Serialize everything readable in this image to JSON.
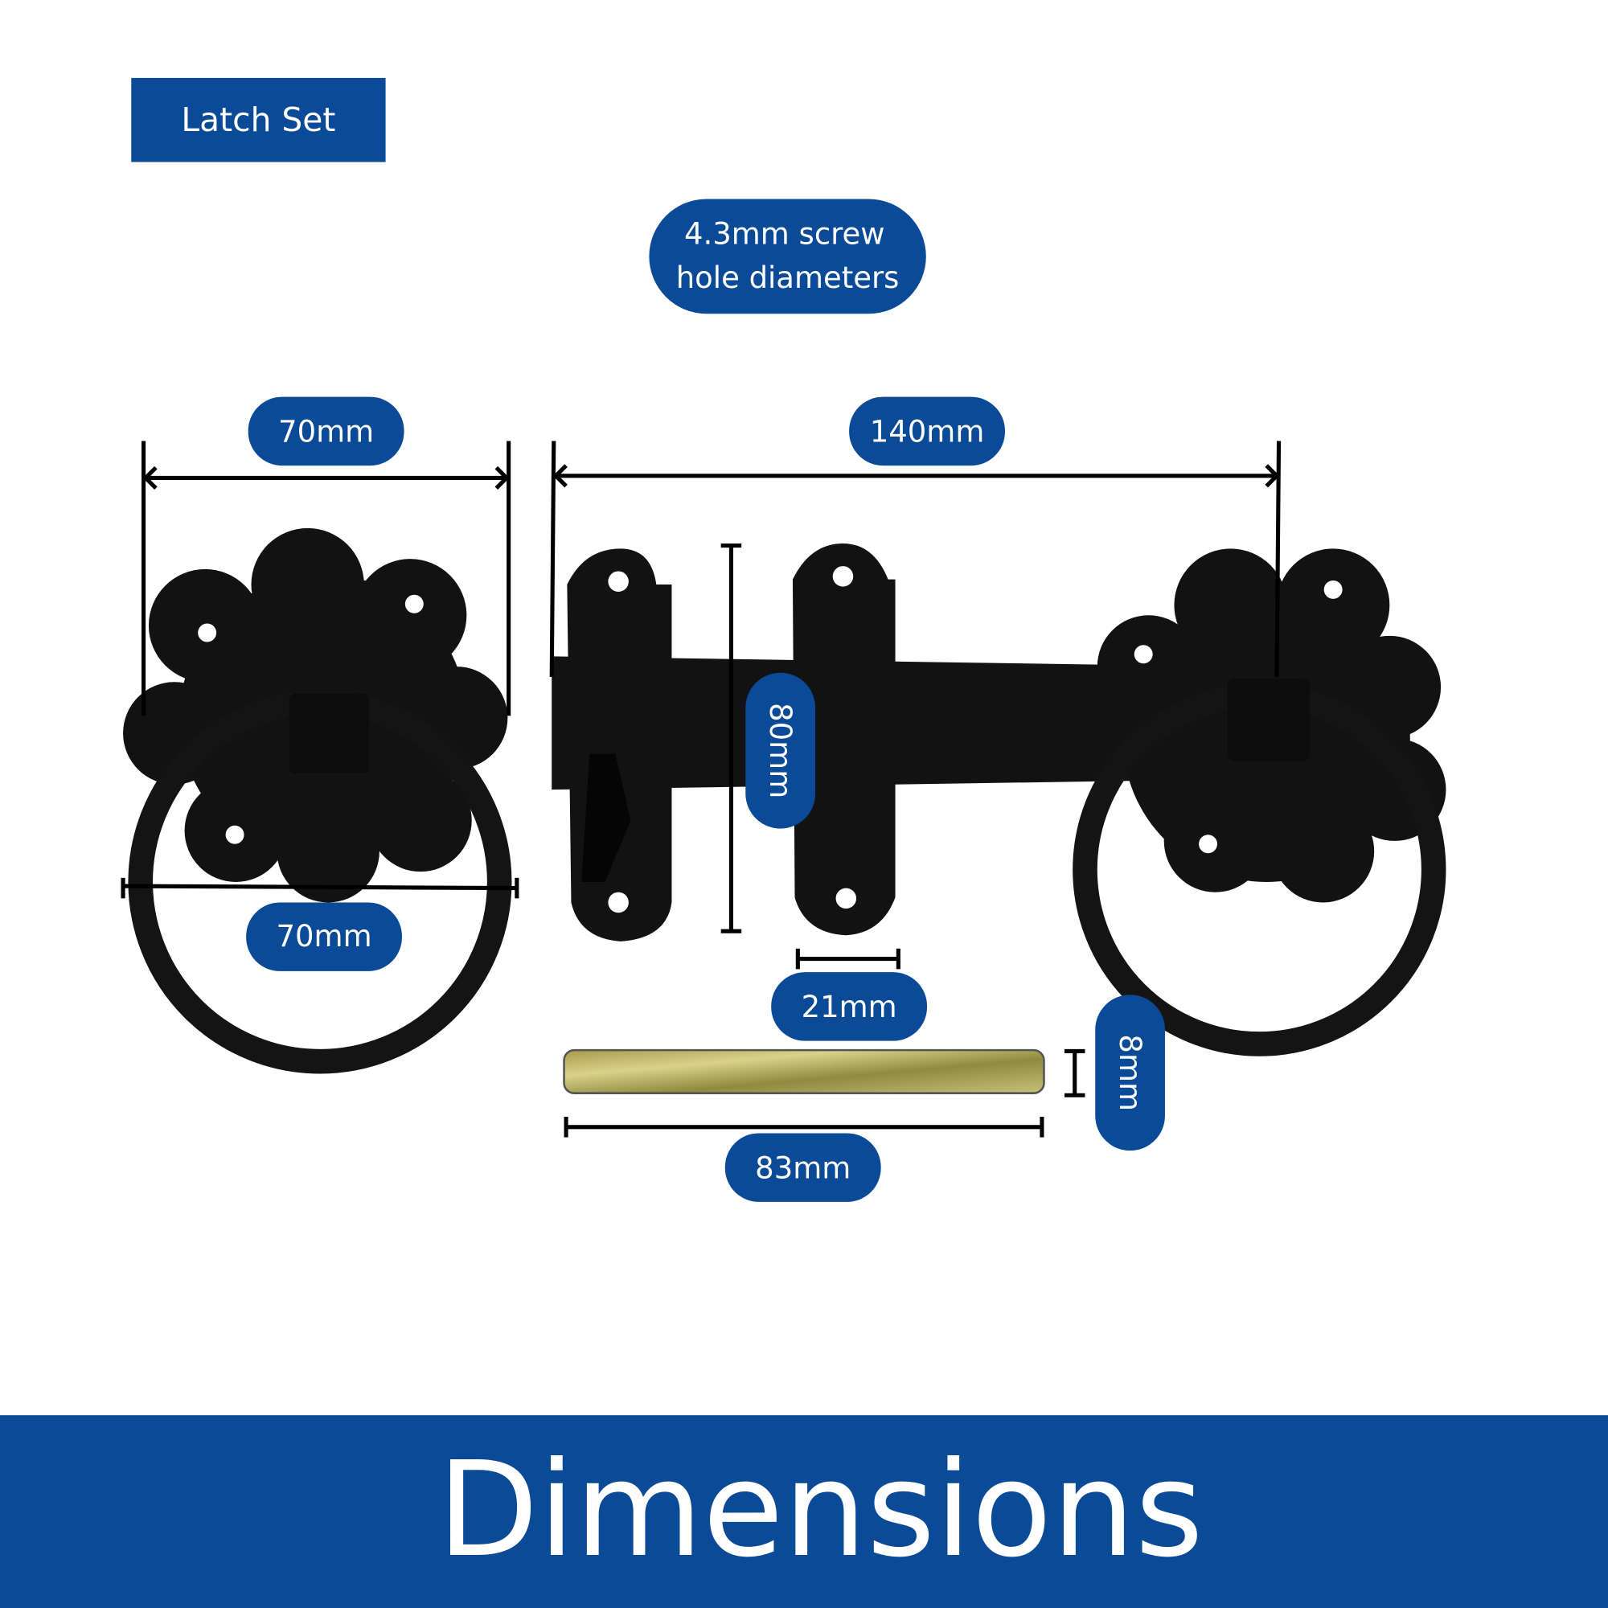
{
  "header": {
    "badge": "Latch Set"
  },
  "note": {
    "line1": "4.3mm screw",
    "line2": "hole diameters"
  },
  "dimensions": {
    "backplate_width": "70mm",
    "ring_diameter": "70mm",
    "bar_length": "140mm",
    "keep_height": "80mm",
    "keep_width": "21mm",
    "spindle_length": "83mm",
    "spindle_thickness": "8mm"
  },
  "footer": {
    "title": "Dimensions"
  },
  "colors": {
    "brand": "#0a4a97",
    "iron": "#121212"
  }
}
